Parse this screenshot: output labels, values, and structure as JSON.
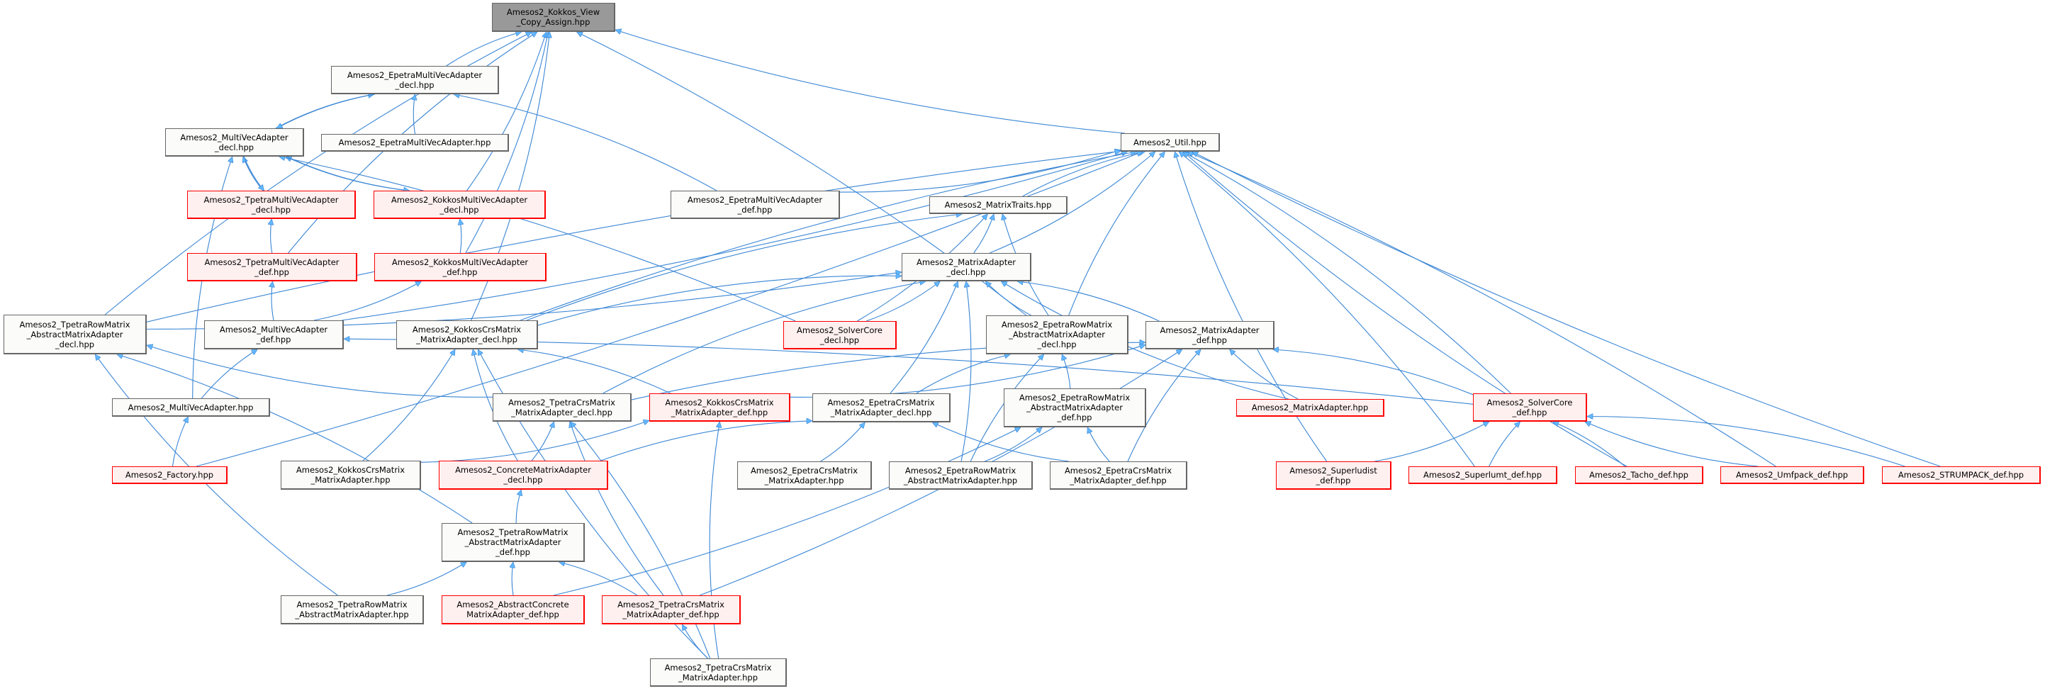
{
  "colors": {
    "edge": "#3a86d4",
    "arrow": "#63b8ff",
    "node_border": "#666666",
    "node_fill": "#fbfcf9",
    "red_border": "#ff0000",
    "red_fill": "#fff0f0",
    "root_fill": "#999999"
  },
  "nodes": [
    {
      "id": "root",
      "kind": "root",
      "lines": [
        "Amesos2_Kokkos_View",
        "_Copy_Assign.hpp"
      ]
    },
    {
      "id": "emva_decl",
      "kind": "normal",
      "lines": [
        "Amesos2_EpetraMultiVecAdapter",
        "_decl.hpp"
      ]
    },
    {
      "id": "mva_decl",
      "kind": "normal",
      "lines": [
        "Amesos2_MultiVecAdapter",
        "_decl.hpp"
      ]
    },
    {
      "id": "emva_hpp",
      "kind": "normal",
      "lines": [
        "Amesos2_EpetraMultiVecAdapter.hpp"
      ]
    },
    {
      "id": "tmva_decl",
      "kind": "red",
      "lines": [
        "Amesos2_TpetraMultiVecAdapter",
        "_decl.hpp"
      ]
    },
    {
      "id": "kmva_decl",
      "kind": "red",
      "lines": [
        "Amesos2_KokkosMultiVecAdapter",
        "_decl.hpp"
      ]
    },
    {
      "id": "emva_def",
      "kind": "normal",
      "lines": [
        "Amesos2_EpetraMultiVecAdapter",
        "_def.hpp"
      ]
    },
    {
      "id": "tmva_def",
      "kind": "red",
      "lines": [
        "Amesos2_TpetraMultiVecAdapter",
        "_def.hpp"
      ]
    },
    {
      "id": "kmva_def",
      "kind": "red",
      "lines": [
        "Amesos2_KokkosMultiVecAdapter",
        "_def.hpp"
      ]
    },
    {
      "id": "trm_ama_decl",
      "kind": "normal",
      "lines": [
        "Amesos2_TpetraRowMatrix",
        "_AbstractMatrixAdapter",
        "_decl.hpp"
      ]
    },
    {
      "id": "mva_def",
      "kind": "normal",
      "lines": [
        "Amesos2_MultiVecAdapter",
        "_def.hpp"
      ]
    },
    {
      "id": "kcrs_decl",
      "kind": "normal",
      "lines": [
        "Amesos2_KokkosCrsMatrix",
        "_MatrixAdapter_decl.hpp"
      ]
    },
    {
      "id": "mva_hpp",
      "kind": "normal",
      "lines": [
        "Amesos2_MultiVecAdapter.hpp"
      ]
    },
    {
      "id": "factory",
      "kind": "red",
      "lines": [
        "Amesos2_Factory.hpp"
      ]
    },
    {
      "id": "tcrs_decl",
      "kind": "normal",
      "lines": [
        "Amesos2_TpetraCrsMatrix",
        "_MatrixAdapter_decl.hpp"
      ]
    },
    {
      "id": "kcrs_def",
      "kind": "red",
      "lines": [
        "Amesos2_KokkosCrsMatrix",
        "_MatrixAdapter_def.hpp"
      ]
    },
    {
      "id": "kcrs_hpp",
      "kind": "normal",
      "lines": [
        "Amesos2_KokkosCrsMatrix",
        "_MatrixAdapter.hpp"
      ]
    },
    {
      "id": "concrete_decl",
      "kind": "red",
      "lines": [
        "Amesos2_ConcreteMatrixAdapter",
        "_decl.hpp"
      ]
    },
    {
      "id": "trm_ama_def",
      "kind": "normal",
      "lines": [
        "Amesos2_TpetraRowMatrix",
        "_AbstractMatrixAdapter",
        "_def.hpp"
      ]
    },
    {
      "id": "trm_ama_hpp",
      "kind": "normal",
      "lines": [
        "Amesos2_TpetraRowMatrix",
        "_AbstractMatrixAdapter.hpp"
      ]
    },
    {
      "id": "absconc_def",
      "kind": "red",
      "lines": [
        "Amesos2_AbstractConcrete",
        "MatrixAdapter_def.hpp"
      ]
    },
    {
      "id": "tcrs_def",
      "kind": "red",
      "lines": [
        "Amesos2_TpetraCrsMatrix",
        "_MatrixAdapter_def.hpp"
      ]
    },
    {
      "id": "tcrs_hpp",
      "kind": "normal",
      "lines": [
        "Amesos2_TpetraCrsMatrix",
        "_MatrixAdapter.hpp"
      ]
    },
    {
      "id": "util",
      "kind": "normal",
      "lines": [
        "Amesos2_Util.hpp"
      ]
    },
    {
      "id": "mtraits",
      "kind": "normal",
      "lines": [
        "Amesos2_MatrixTraits.hpp"
      ]
    },
    {
      "id": "ma_decl",
      "kind": "normal",
      "lines": [
        "Amesos2_MatrixAdapter",
        "_decl.hpp"
      ]
    },
    {
      "id": "sc_decl",
      "kind": "red",
      "lines": [
        "Amesos2_SolverCore",
        "_decl.hpp"
      ]
    },
    {
      "id": "erm_ama_decl",
      "kind": "normal",
      "lines": [
        "Amesos2_EpetraRowMatrix",
        "_AbstractMatrixAdapter",
        "_decl.hpp"
      ]
    },
    {
      "id": "ma_def",
      "kind": "normal",
      "lines": [
        "Amesos2_MatrixAdapter",
        "_def.hpp"
      ]
    },
    {
      "id": "ecrs_decl",
      "kind": "normal",
      "lines": [
        "Amesos2_EpetraCrsMatrix",
        "_MatrixAdapter_decl.hpp"
      ]
    },
    {
      "id": "erm_ama_def",
      "kind": "normal",
      "lines": [
        "Amesos2_EpetraRowMatrix",
        "_AbstractMatrixAdapter",
        "_def.hpp"
      ]
    },
    {
      "id": "ma_hpp",
      "kind": "red",
      "lines": [
        "Amesos2_MatrixAdapter.hpp"
      ]
    },
    {
      "id": "ecrs_hpp",
      "kind": "normal",
      "lines": [
        "Amesos2_EpetraCrsMatrix",
        "_MatrixAdapter.hpp"
      ]
    },
    {
      "id": "erm_ama_hpp",
      "kind": "normal",
      "lines": [
        "Amesos2_EpetraRowMatrix",
        "_AbstractMatrixAdapter.hpp"
      ]
    },
    {
      "id": "ecrs_def",
      "kind": "normal",
      "lines": [
        "Amesos2_EpetraCrsMatrix",
        "_MatrixAdapter_def.hpp"
      ]
    },
    {
      "id": "sc_def",
      "kind": "red",
      "lines": [
        "Amesos2_SolverCore",
        "_def.hpp"
      ]
    },
    {
      "id": "superludist",
      "kind": "red",
      "lines": [
        "Amesos2_Superludist",
        "_def.hpp"
      ]
    },
    {
      "id": "superlumt",
      "kind": "red",
      "lines": [
        "Amesos2_Superlumt_def.hpp"
      ]
    },
    {
      "id": "tacho",
      "kind": "red",
      "lines": [
        "Amesos2_Tacho_def.hpp"
      ]
    },
    {
      "id": "umfpack",
      "kind": "red",
      "lines": [
        "Amesos2_Umfpack_def.hpp"
      ]
    },
    {
      "id": "strumpack",
      "kind": "red",
      "lines": [
        "Amesos2_STRUMPACK_def.hpp"
      ]
    }
  ],
  "edges": [
    [
      "emva_decl",
      "root"
    ],
    [
      "kmva_decl",
      "root"
    ],
    [
      "tmva_def",
      "root"
    ],
    [
      "kmva_def",
      "root"
    ],
    [
      "trm_ama_decl",
      "root"
    ],
    [
      "kcrs_decl",
      "root"
    ],
    [
      "util",
      "root"
    ],
    [
      "erm_ama_decl",
      "root"
    ],
    [
      "mva_decl",
      "emva_decl"
    ],
    [
      "emva_decl",
      "mva_decl"
    ],
    [
      "emva_hpp",
      "emva_decl"
    ],
    [
      "emva_def",
      "emva_decl"
    ],
    [
      "tmva_decl",
      "mva_decl"
    ],
    [
      "mva_decl",
      "tmva_decl"
    ],
    [
      "kmva_decl",
      "mva_decl"
    ],
    [
      "mva_decl",
      "kmva_decl"
    ],
    [
      "mva_hpp",
      "mva_decl"
    ],
    [
      "sc_decl",
      "mva_decl"
    ],
    [
      "tmva_def",
      "tmva_decl"
    ],
    [
      "kmva_def",
      "kmva_decl"
    ],
    [
      "mva_def",
      "tmva_def"
    ],
    [
      "mva_def",
      "kmva_def"
    ],
    [
      "mva_hpp",
      "mva_def"
    ],
    [
      "sc_def",
      "mva_def"
    ],
    [
      "factory",
      "mva_hpp"
    ],
    [
      "emva_def",
      "util"
    ],
    [
      "mtraits",
      "util"
    ],
    [
      "ma_decl",
      "util"
    ],
    [
      "erm_ama_decl",
      "util"
    ],
    [
      "mva_def",
      "util"
    ],
    [
      "trm_ama_decl",
      "util"
    ],
    [
      "factory",
      "util"
    ],
    [
      "kcrs_decl",
      "util"
    ],
    [
      "sc_def",
      "util"
    ],
    [
      "superludist",
      "util"
    ],
    [
      "superlumt",
      "util"
    ],
    [
      "tacho",
      "util"
    ],
    [
      "umfpack",
      "util"
    ],
    [
      "strumpack",
      "util"
    ],
    [
      "ma_decl",
      "mtraits"
    ],
    [
      "erm_ama_decl",
      "mtraits"
    ],
    [
      "sc_decl",
      "mtraits"
    ],
    [
      "kcrs_decl",
      "mtraits"
    ],
    [
      "trm_ama_decl",
      "ma_decl"
    ],
    [
      "kcrs_decl",
      "ma_decl"
    ],
    [
      "sc_decl",
      "ma_decl"
    ],
    [
      "erm_ama_decl",
      "ma_decl"
    ],
    [
      "ma_def",
      "ma_decl"
    ],
    [
      "ma_hpp",
      "ma_decl"
    ],
    [
      "ecrs_decl",
      "ma_decl"
    ],
    [
      "tcrs_decl",
      "ma_decl"
    ],
    [
      "erm_ama_hpp",
      "ma_decl"
    ],
    [
      "tcrs_decl",
      "ma_def"
    ],
    [
      "kcrs_def",
      "ma_def"
    ],
    [
      "ma_hpp",
      "ma_def"
    ],
    [
      "sc_def",
      "ma_def"
    ],
    [
      "ecrs_def",
      "ma_def"
    ],
    [
      "tcrs_def",
      "ma_def"
    ],
    [
      "ecrs_decl",
      "erm_ama_decl"
    ],
    [
      "erm_ama_def",
      "erm_ama_decl"
    ],
    [
      "erm_ama_hpp",
      "erm_ama_decl"
    ],
    [
      "superludist",
      "sc_def"
    ],
    [
      "superlumt",
      "sc_def"
    ],
    [
      "tacho",
      "sc_def"
    ],
    [
      "umfpack",
      "sc_def"
    ],
    [
      "strumpack",
      "sc_def"
    ],
    [
      "tcrs_decl",
      "trm_ama_decl"
    ],
    [
      "trm_ama_def",
      "trm_ama_decl"
    ],
    [
      "trm_ama_hpp",
      "trm_ama_decl"
    ],
    [
      "kcrs_hpp",
      "kcrs_decl"
    ],
    [
      "concrete_decl",
      "kcrs_decl"
    ],
    [
      "kcrs_def",
      "kcrs_decl"
    ],
    [
      "tcrs_hpp",
      "kcrs_decl"
    ],
    [
      "concrete_decl",
      "tcrs_decl"
    ],
    [
      "tcrs_def",
      "tcrs_decl"
    ],
    [
      "tcrs_hpp",
      "tcrs_decl"
    ],
    [
      "tcrs_hpp",
      "kcrs_def"
    ],
    [
      "kcrs_hpp",
      "kcrs_def"
    ],
    [
      "concrete_decl",
      "ecrs_decl"
    ],
    [
      "ecrs_hpp",
      "ecrs_decl"
    ],
    [
      "ecrs_def",
      "ecrs_decl"
    ],
    [
      "erm_ama_hpp",
      "erm_ama_def"
    ],
    [
      "ecrs_def",
      "erm_ama_def"
    ],
    [
      "absconc_def",
      "erm_ama_def"
    ],
    [
      "trm_ama_def",
      "concrete_decl"
    ],
    [
      "trm_ama_hpp",
      "trm_ama_def"
    ],
    [
      "absconc_def",
      "trm_ama_def"
    ],
    [
      "tcrs_def",
      "trm_ama_def"
    ],
    [
      "tcrs_hpp",
      "tcrs_def"
    ]
  ]
}
